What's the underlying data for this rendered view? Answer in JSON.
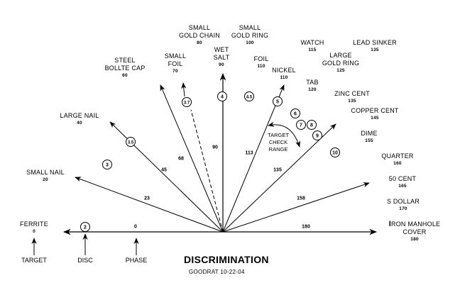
{
  "title": "DISCRIMINATION",
  "subtitle": "GOODRAT 10-22-04",
  "targets": [
    {
      "name": "FERRITE",
      "value": "0"
    },
    {
      "name": "SMALL NAIL",
      "value": "20"
    },
    {
      "name": "LARGE NAIL",
      "value": "40"
    },
    {
      "name_lines": [
        "STEEL",
        "BOLLTE CAP"
      ],
      "value": "60"
    },
    {
      "name_lines": [
        "SMALL",
        "FOIL"
      ],
      "value": "70"
    },
    {
      "name_lines": [
        "SMALL",
        "GOLD CHAIN"
      ],
      "value": "80"
    },
    {
      "name_lines": [
        "WET",
        "SALT"
      ],
      "value": "90"
    },
    {
      "name_lines": [
        "SMALL",
        "GOLD RING"
      ],
      "value": "100"
    },
    {
      "name": "FOIL",
      "value": "110"
    },
    {
      "name": "NICKEL",
      "value": "110"
    },
    {
      "name": "WATCH",
      "value": "115"
    },
    {
      "name": "TAB",
      "value": "120"
    },
    {
      "name_lines": [
        "LARGE",
        "GOLD RING"
      ],
      "value": "125"
    },
    {
      "name": "LEAD SINKER",
      "value": "135"
    },
    {
      "name": "ZINC CENT",
      "value": "135"
    },
    {
      "name": "COPPER CENT",
      "value": "145"
    },
    {
      "name": "DIME",
      "value": "155"
    },
    {
      "name": "QUARTER",
      "value": "160"
    },
    {
      "name": "50 CENT",
      "value": "165"
    },
    {
      "name": "S DOLLAR",
      "value": "170"
    },
    {
      "name_first": "I",
      "name_rest": "RON MANHOLE",
      "name_line2": "COVER",
      "value": "180"
    }
  ],
  "phase_angles": [
    "0",
    "23",
    "45",
    "68",
    "90",
    "113",
    "135",
    "158",
    "180"
  ],
  "disc_settings": [
    "2",
    "3",
    "3.5",
    "3.7",
    "4",
    "4.5",
    "5",
    "6",
    "7",
    "8",
    "9",
    "10"
  ],
  "target_check_range": [
    "TARGET",
    "CHECK",
    "RANGE"
  ],
  "bottom_labels": {
    "target": "TARGET",
    "disc": "DISC",
    "phase": "PHASE"
  },
  "colors": {
    "ink": "#000000",
    "background": "#ffffff"
  }
}
